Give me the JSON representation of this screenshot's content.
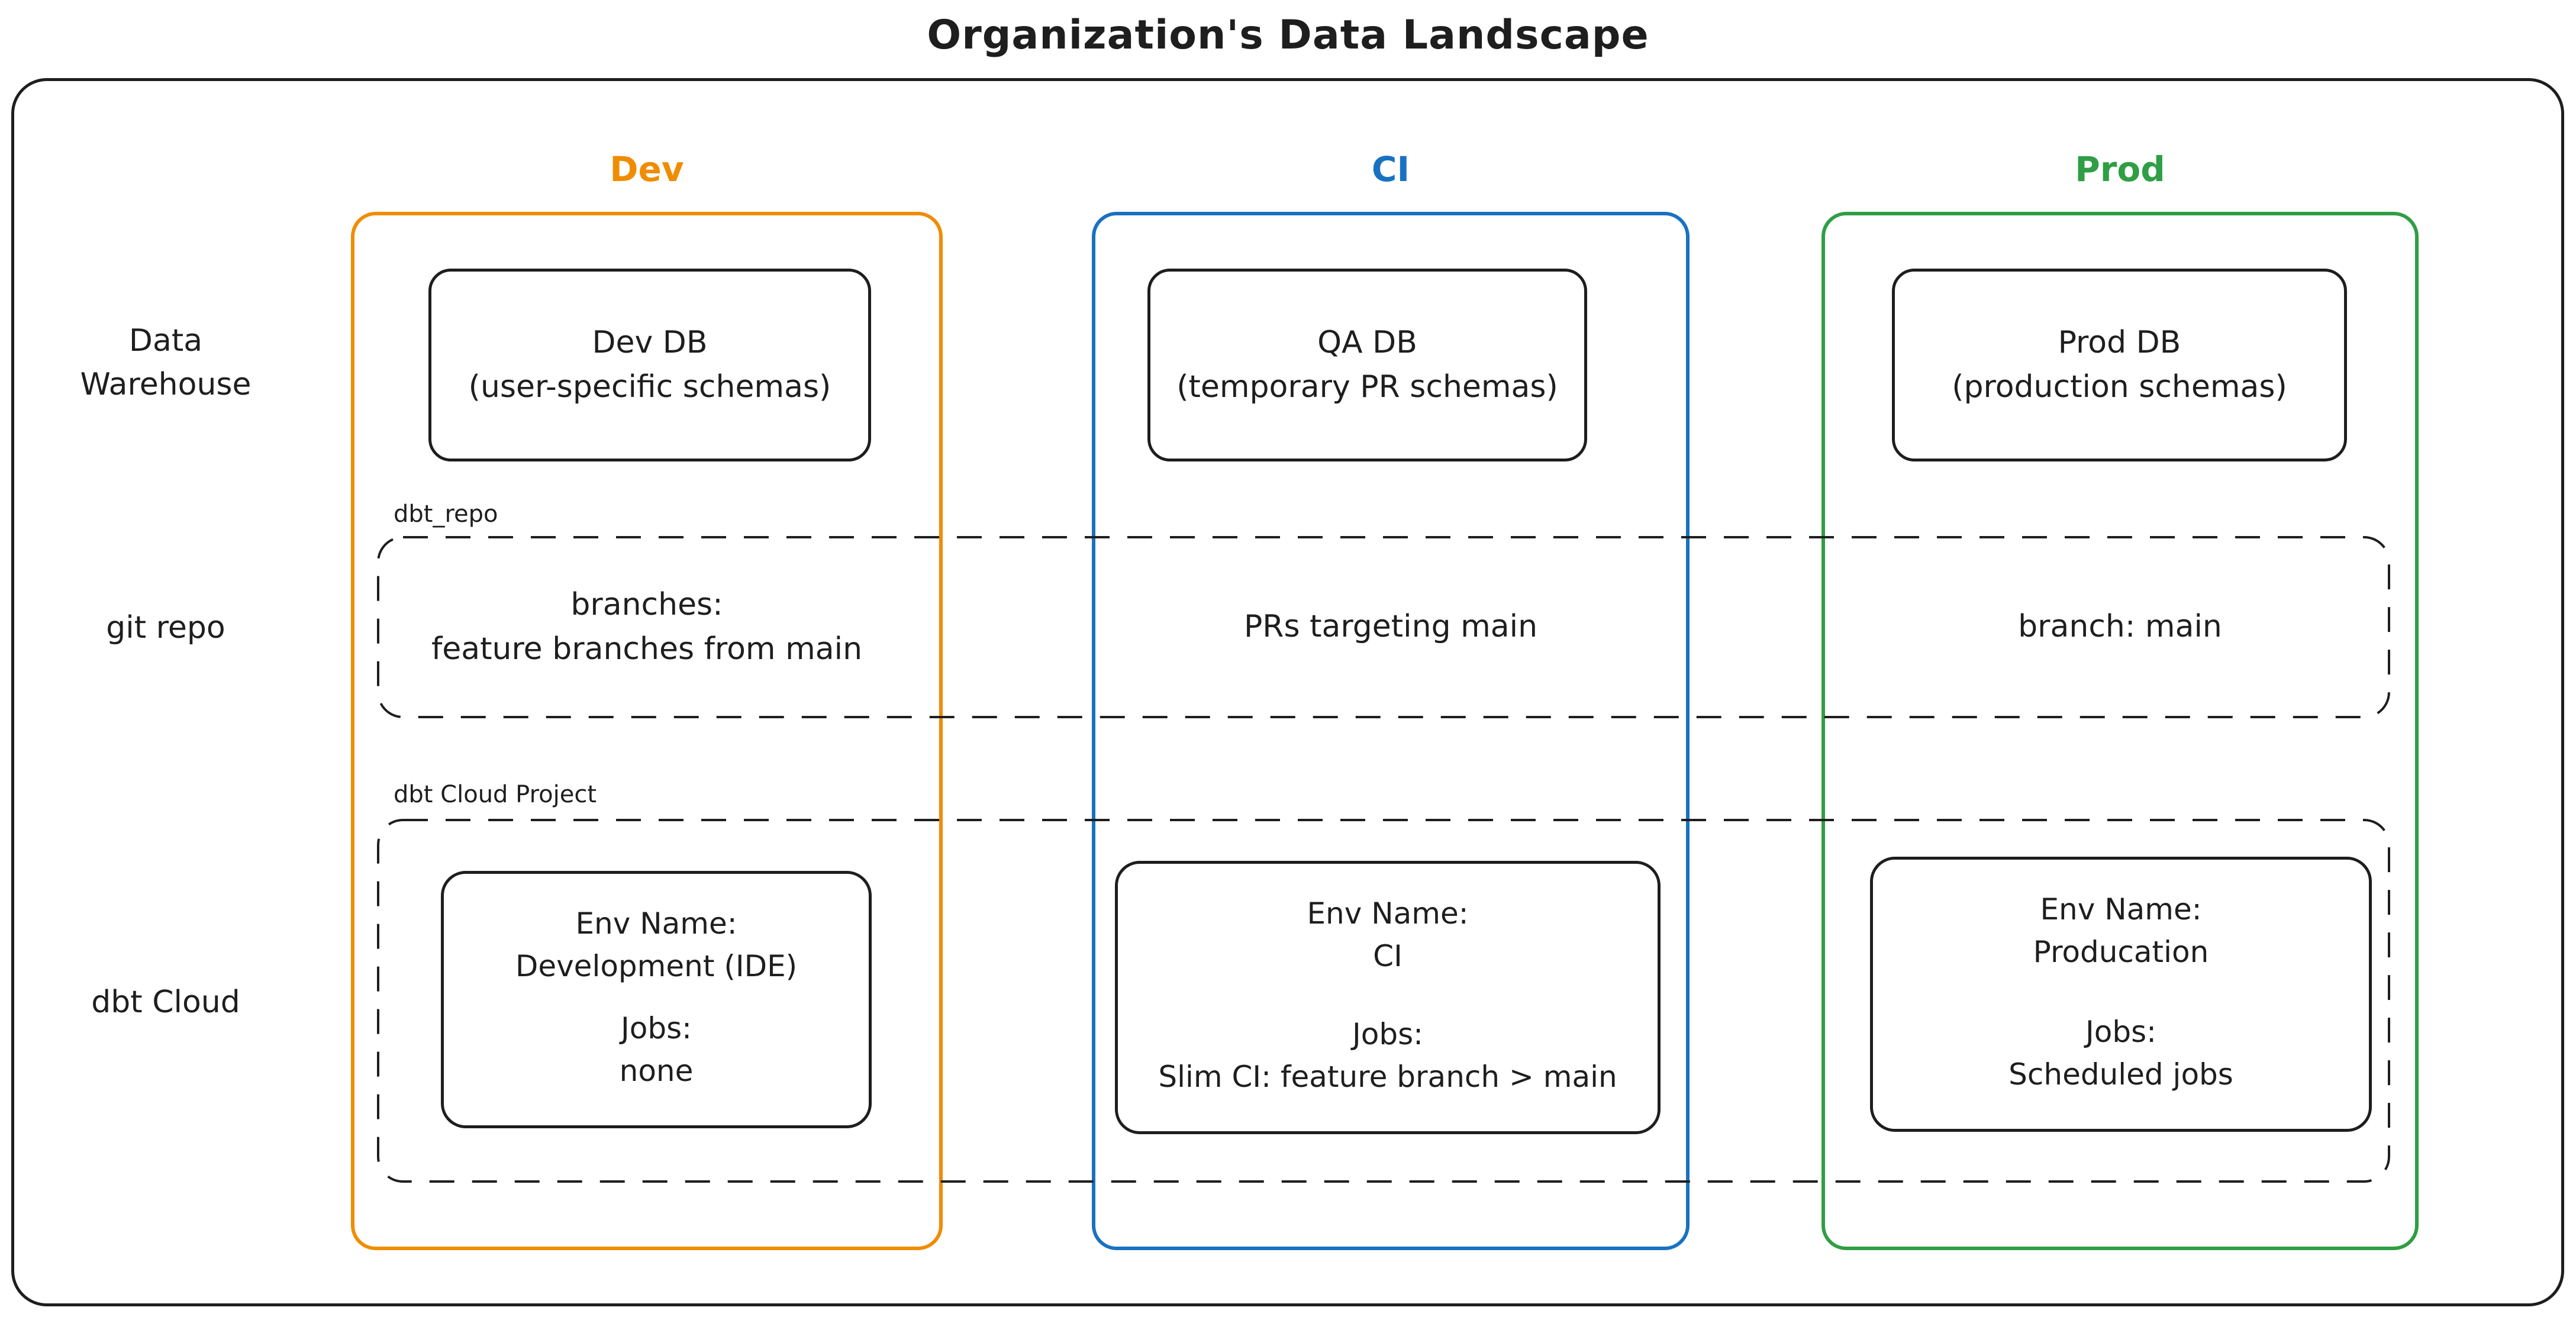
{
  "title": "Organization's Data Landscape",
  "palette": {
    "ink": "#1e1e1e",
    "dev_accent": "#f08c00",
    "ci_accent": "#1971c2",
    "prod_accent": "#2f9e44",
    "background": "#ffffff"
  },
  "row_labels": {
    "warehouse": "Data\nWarehouse",
    "git": "git repo",
    "dbt": "dbt Cloud"
  },
  "group_labels": {
    "git": "dbt_repo",
    "dbt": "dbt Cloud Project"
  },
  "columns": {
    "dev": {
      "header": "Dev",
      "warehouse_box": "Dev DB\n(user-specific schemas)",
      "git_cell": "branches:\nfeature branches from main",
      "dbt": {
        "env": "Env Name:\nDevelopment (IDE)",
        "jobs": "Jobs:\nnone"
      }
    },
    "ci": {
      "header": "CI",
      "warehouse_box": "QA DB\n(temporary PR schemas)",
      "git_cell": "PRs targeting main",
      "dbt": {
        "env": "Env Name:\nCI",
        "jobs": "Jobs:\nSlim CI: feature branch > main"
      }
    },
    "prod": {
      "header": "Prod",
      "warehouse_box": "Prod DB\n(production schemas)",
      "git_cell": "branch: main",
      "dbt": {
        "env": "Env Name:\nProducation",
        "jobs": "Jobs:\nScheduled jobs"
      }
    }
  }
}
